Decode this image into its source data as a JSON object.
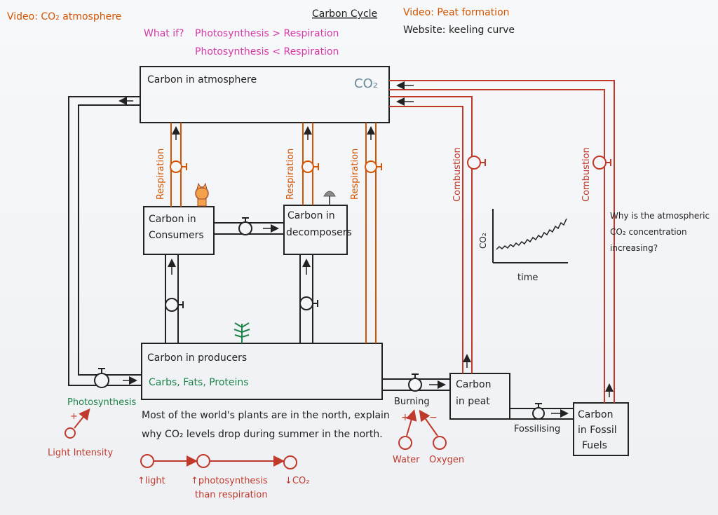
{
  "header": {
    "video_co2": "Video: CO₂ atmosphere",
    "title": "Carbon Cycle",
    "video_peat": "Video: Peat formation",
    "website": "Website: keeling curve",
    "whatif_label": "What if?",
    "whatif_1": "Photosynthesis > Respiration",
    "whatif_2": "Photosynthesis < Respiration"
  },
  "boxes": {
    "atmosphere": "Carbon in atmosphere",
    "atmosphere_co2": "CO₂",
    "consumers_1": "Carbon in",
    "consumers_2": "Consumers",
    "decomposers_1": "Carbon in",
    "decomposers_2": "decomposers",
    "producers": "Carbon in producers",
    "producers_sub": "Carbs, Fats, Proteins",
    "peat_1": "Carbon",
    "peat_2": "in peat",
    "fossil_1": "Carbon",
    "fossil_2": "in Fossil",
    "fossil_3": "Fuels"
  },
  "flows": {
    "respiration_1": "Respiration",
    "respiration_2": "Respiration",
    "respiration_3": "Respiration",
    "combustion_1": "Combustion",
    "combustion_2": "Combustion",
    "photosynthesis": "Photosynthesis",
    "burning": "Burning",
    "fossilising": "Fossilising"
  },
  "factors": {
    "light_intensity": "Light Intensity",
    "plus": "+",
    "minus": "−",
    "water": "Water",
    "oxygen": "Oxygen"
  },
  "graph": {
    "ylabel": "CO₂",
    "xlabel": "time"
  },
  "questions": {
    "q_atm_1": "Why is the atmospheric",
    "q_atm_2": "CO₂ concentration",
    "q_atm_3": "increasing?",
    "q_north_1": "Most of the world's plants are in the north, explain",
    "q_north_2": "why CO₂ levels drop during summer in the north."
  },
  "chain": {
    "step1": "↑light",
    "step2a": "↑photosynthesis",
    "step2b": "than respiration",
    "step3": "↓CO₂"
  },
  "colors": {
    "black_ink": "#222222",
    "red_ink": "#c0392b",
    "orange_ink": "#d35400",
    "pink_ink": "#d63aa8",
    "green_ink": "#1e8449"
  }
}
